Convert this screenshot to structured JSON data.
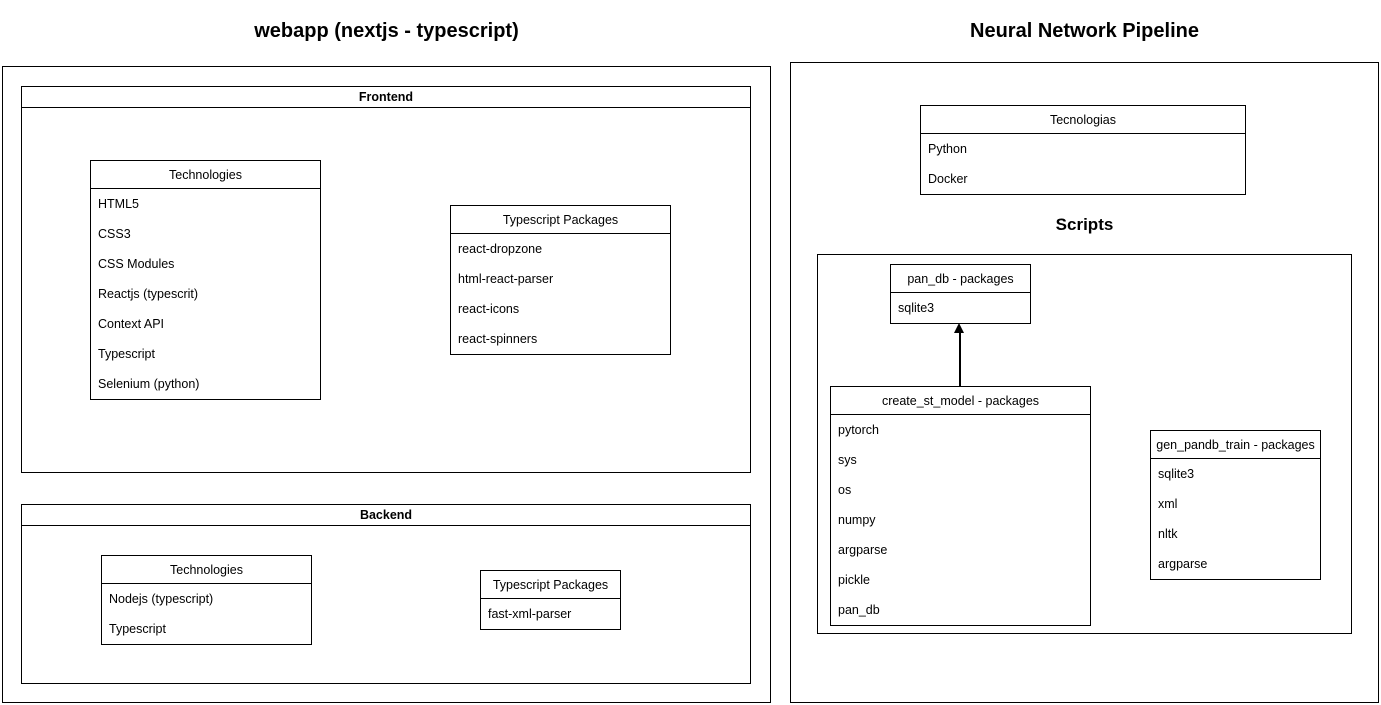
{
  "left_panel": {
    "title": "webapp (nextjs - typescript)",
    "frontend": {
      "label": "Frontend",
      "technologies": {
        "title": "Technologies",
        "items": [
          "HTML5",
          "CSS3",
          "CSS Modules",
          "Reactjs (typescrit)",
          "Context API",
          "Typescript",
          "Selenium (python)"
        ]
      },
      "typescript_packages": {
        "title": "Typescript Packages",
        "items": [
          "react-dropzone",
          "html-react-parser",
          "react-icons",
          "react-spinners"
        ]
      }
    },
    "backend": {
      "label": "Backend",
      "technologies": {
        "title": "Technologies",
        "items": [
          "Nodejs (typescript)",
          "Typescript"
        ]
      },
      "typescript_packages": {
        "title": "Typescript Packages",
        "items": [
          "fast-xml-parser"
        ]
      }
    }
  },
  "right_panel": {
    "title": "Neural Network Pipeline",
    "tecnologias": {
      "title": "Tecnologias",
      "items": [
        "Python",
        "Docker"
      ]
    },
    "scripts": {
      "label": "Scripts",
      "pan_db": {
        "title": "pan_db - packages",
        "items": [
          "sqlite3"
        ]
      },
      "create_st_model": {
        "title": "create_st_model - packages",
        "items": [
          "pytorch",
          "sys",
          "os",
          "numpy",
          "argparse",
          "pickle",
          "pan_db"
        ]
      },
      "gen_pandb_train": {
        "title": "gen_pandb_train - packages",
        "items": [
          "sqlite3",
          "xml",
          "nltk",
          "argparse"
        ]
      }
    }
  },
  "colors": {
    "stroke": "#000000",
    "background": "#ffffff",
    "text": "#000000"
  }
}
